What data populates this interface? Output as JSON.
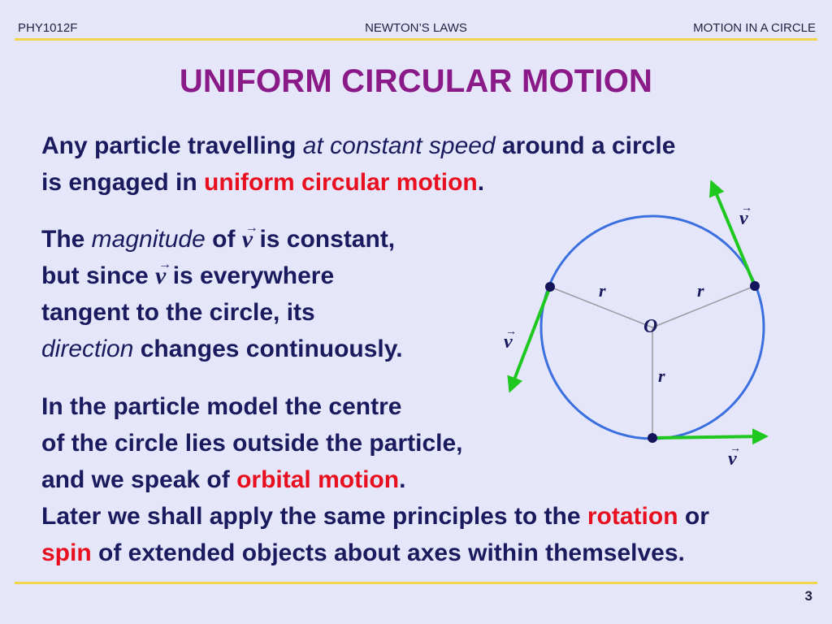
{
  "header": {
    "left": "PHY1012F",
    "center": "NEWTON’S LAWS",
    "right": "MOTION IN A CIRCLE"
  },
  "title": "UNIFORM CIRCULAR MOTION",
  "para1": {
    "t1": "Any particle travelling ",
    "em1": "at constant speed",
    "t2": " around a circle",
    "t3": "is engaged in ",
    "red1": "uniform circular motion",
    "t4": "."
  },
  "para2": {
    "t1": "The ",
    "em1": "magnitude",
    "t2": " of ",
    "v": "v",
    "t3": " is constant,",
    "t4": "but since ",
    "t5": " is everywhere",
    "t6": "tangent to the circle, its",
    "em2": "direction",
    "t7": " changes continuously."
  },
  "para3": {
    "t1": "In the particle model the centre",
    "t2": "of the circle lies outside the particle,",
    "t3": "and we speak of ",
    "red1": "orbital motion",
    "t4": ".",
    "t5": "Later we shall apply the same principles to the ",
    "red2": "rotation",
    "t6": " or",
    "red3": "spin",
    "t7": " of extended objects about axes within themselves."
  },
  "diagram": {
    "center_label": "O",
    "radius_label": "r",
    "velocity_label": "v",
    "colors": {
      "circle": "#3a6fe0",
      "arrow": "#1ec81e",
      "radius": "#9a9aa0",
      "particle": "#14145a"
    }
  },
  "page_number": "3"
}
